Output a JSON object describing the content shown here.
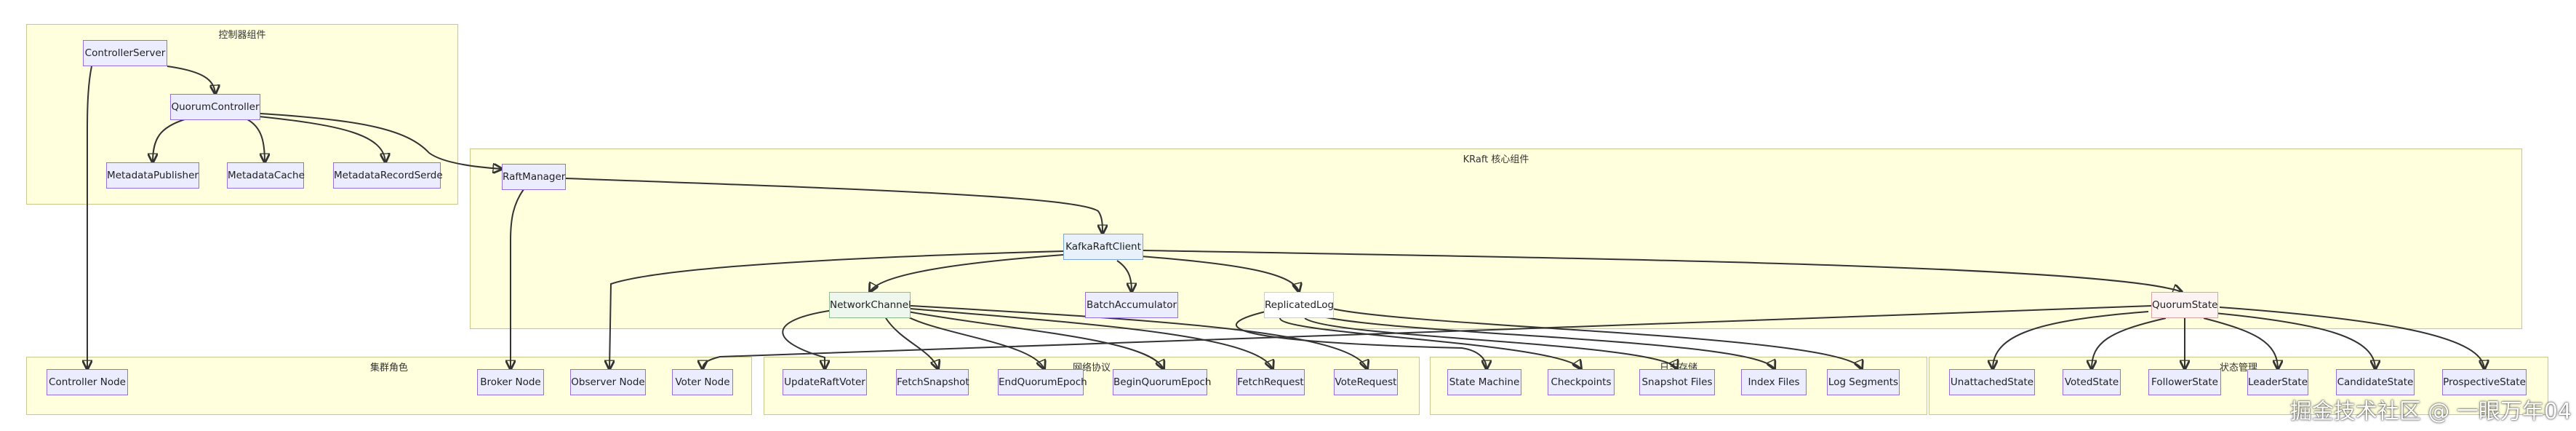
{
  "clusters": {
    "controller": "控制器组件",
    "kraft": "KRaft 核心组件",
    "roles": "集群角色",
    "network": "网络协议",
    "log": "日志存储",
    "state": "状态管理"
  },
  "nodes": {
    "controller_server": "ControllerServer",
    "quorum_controller": "QuorumController",
    "metadata_publisher": "MetadataPublisher",
    "metadata_cache": "MetadataCache",
    "metadata_record_serde": "MetadataRecordSerde",
    "raft_manager": "RaftManager",
    "kafka_raft_client": "KafkaRaftClient",
    "network_channel": "NetworkChannel",
    "batch_accumulator": "BatchAccumulator",
    "replicated_log": "ReplicatedLog",
    "quorum_state": "QuorumState",
    "controller_node": "Controller Node",
    "broker_node": "Broker Node",
    "observer_node": "Observer Node",
    "voter_node": "Voter Node",
    "update_raft_voter": "UpdateRaftVoter",
    "fetch_snapshot": "FetchSnapshot",
    "end_quorum_epoch": "EndQuorumEpoch",
    "begin_quorum_epoch": "BeginQuorumEpoch",
    "fetch_request": "FetchRequest",
    "vote_request": "VoteRequest",
    "state_machine": "State Machine",
    "checkpoints": "Checkpoints",
    "snapshot_files": "Snapshot Files",
    "index_files": "Index Files",
    "log_segments": "Log Segments",
    "unattached_state": "UnattachedState",
    "voted_state": "VotedState",
    "follower_state": "FollowerState",
    "leader_state": "LeaderState",
    "candidate_state": "CandidateState",
    "prospective_state": "ProspectiveState"
  },
  "watermark": "掘金技术社区 @ 一眼万年04",
  "colors": {
    "cluster_fill": "#ffffde",
    "cluster_border": "#c8c88c",
    "node_fill": "#ececff",
    "node_border": "#9370db",
    "edge": "#333333"
  }
}
